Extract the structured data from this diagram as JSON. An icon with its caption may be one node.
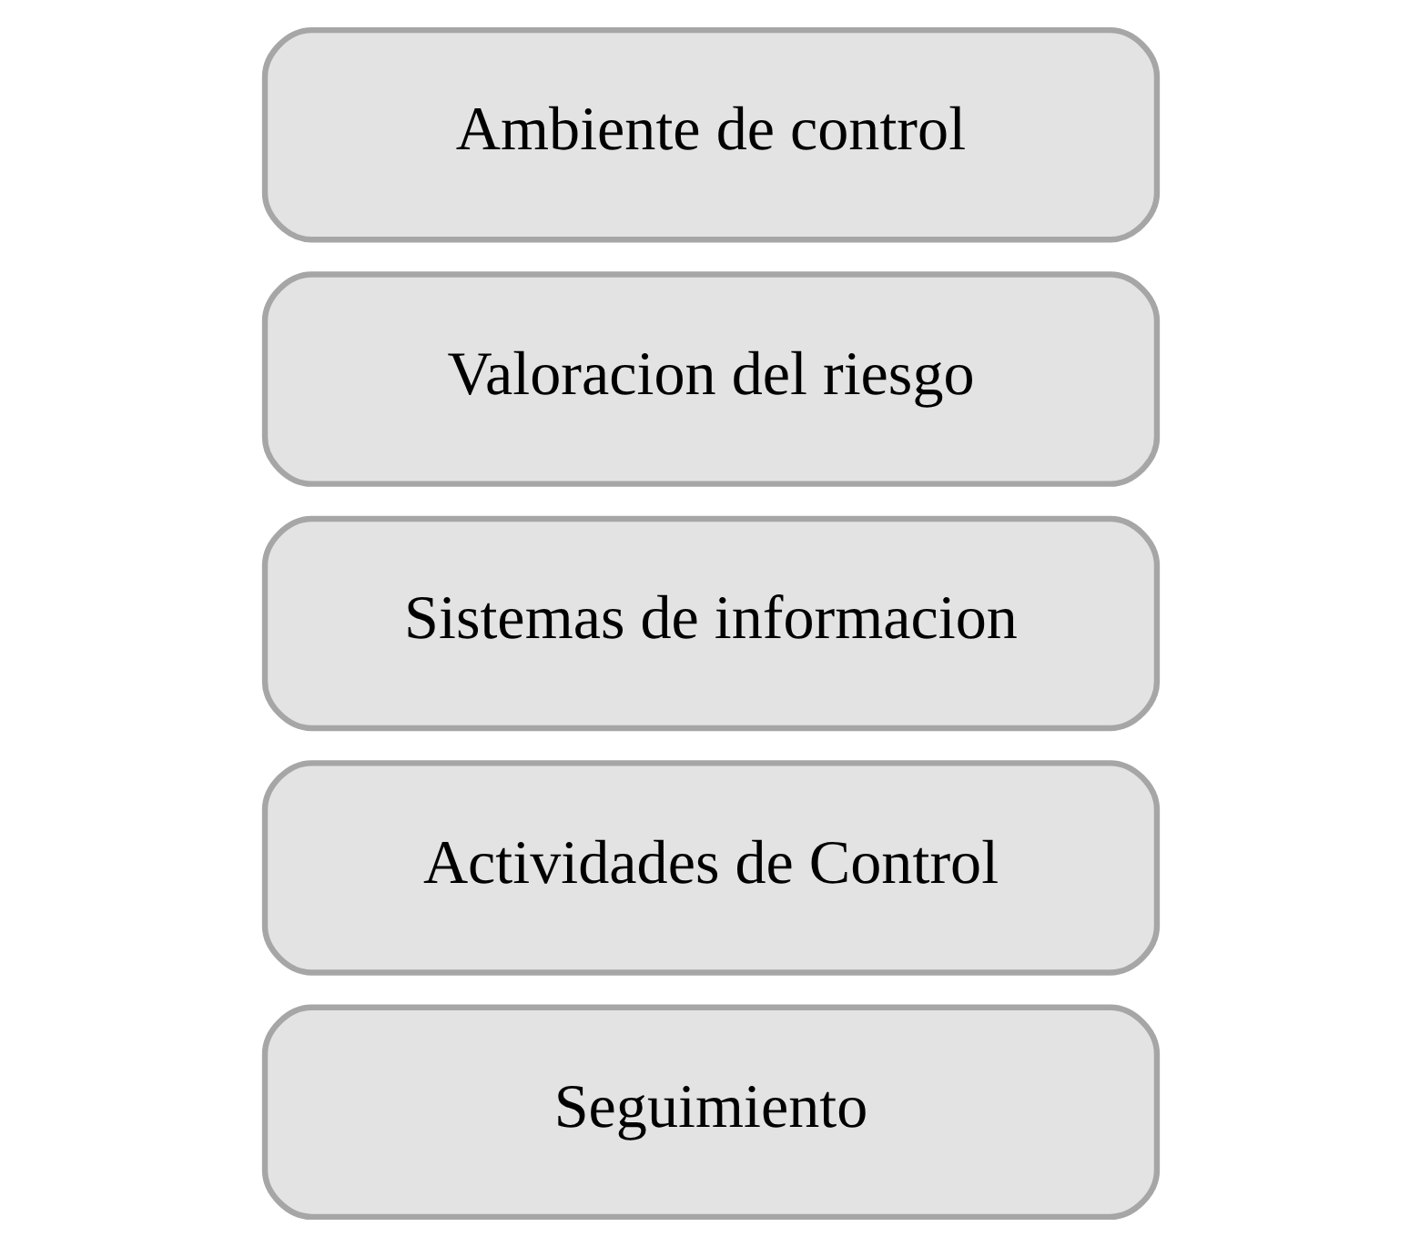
{
  "diagram": {
    "nodes": [
      {
        "text": [
          "Seguimiento"
        ]
      },
      {
        "text": [
          "Actividades de Control"
        ]
      },
      {
        "text": [
          "Sistemas de informacion"
        ]
      },
      {
        "text": [
          "Valoracion del riesgo"
        ]
      },
      {
        "text": [
          "Ambiente de control"
        ]
      }
    ]
  }
}
